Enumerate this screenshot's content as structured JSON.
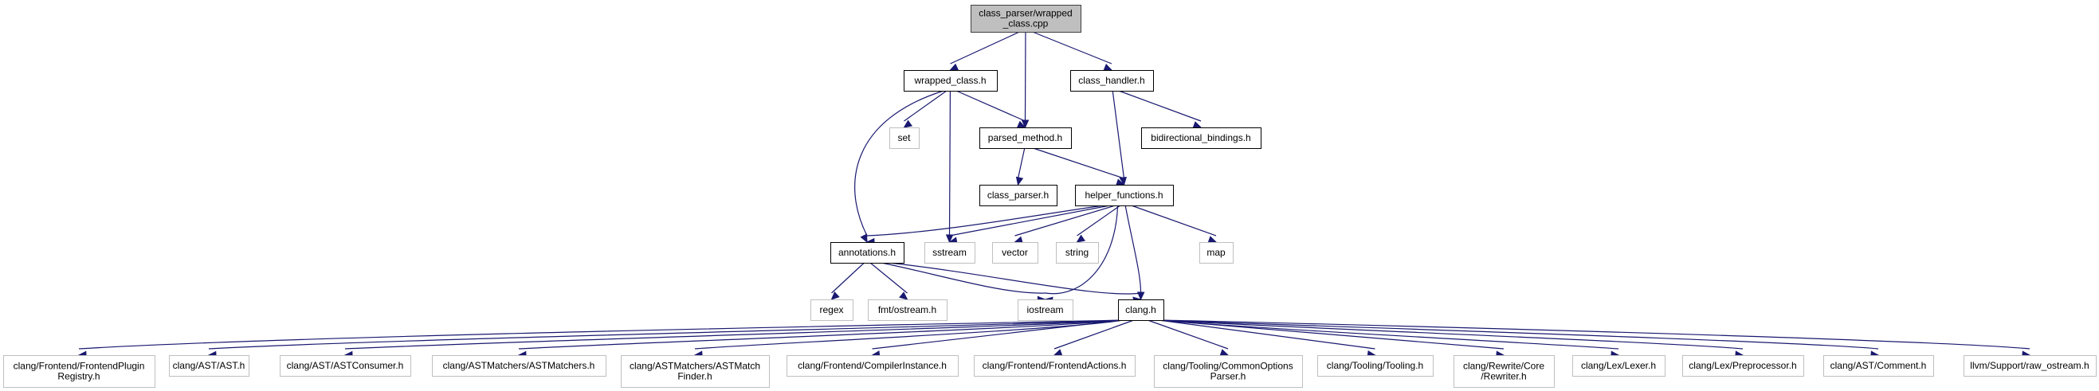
{
  "title": "",
  "colors": {
    "edge": "#191970",
    "root_fill": "#bfbfbf",
    "root_border": "#404040",
    "documented_border": "#000000",
    "external_border": "#bfbfbf",
    "node_fill": "#ffffff"
  },
  "nodes": [
    {
      "id": "root",
      "kind": "root",
      "lines": [
        "class_parser/wrapped",
        "_class.cpp"
      ]
    },
    {
      "id": "wrapped_class",
      "kind": "documented",
      "lines": [
        "wrapped_class.h"
      ]
    },
    {
      "id": "class_handler",
      "kind": "documented",
      "lines": [
        "class_handler.h"
      ]
    },
    {
      "id": "set",
      "kind": "external",
      "lines": [
        "set"
      ]
    },
    {
      "id": "parsed_method",
      "kind": "documented",
      "lines": [
        "parsed_method.h"
      ]
    },
    {
      "id": "bidirectional_bindings",
      "kind": "documented",
      "lines": [
        "bidirectional_bindings.h"
      ]
    },
    {
      "id": "class_parser",
      "kind": "documented",
      "lines": [
        "class_parser.h"
      ]
    },
    {
      "id": "helper_functions",
      "kind": "documented",
      "lines": [
        "helper_functions.h"
      ]
    },
    {
      "id": "annotations",
      "kind": "documented",
      "lines": [
        "annotations.h"
      ]
    },
    {
      "id": "sstream",
      "kind": "external",
      "lines": [
        "sstream"
      ]
    },
    {
      "id": "vector",
      "kind": "external",
      "lines": [
        "vector"
      ]
    },
    {
      "id": "string",
      "kind": "external",
      "lines": [
        "string"
      ]
    },
    {
      "id": "map",
      "kind": "external",
      "lines": [
        "map"
      ]
    },
    {
      "id": "regex",
      "kind": "external",
      "lines": [
        "regex"
      ]
    },
    {
      "id": "fmt_ostream",
      "kind": "external",
      "lines": [
        "fmt/ostream.h"
      ]
    },
    {
      "id": "iostream",
      "kind": "external",
      "lines": [
        "iostream"
      ]
    },
    {
      "id": "clang",
      "kind": "documented",
      "lines": [
        "clang.h"
      ]
    },
    {
      "id": "frontend_plugin_registry",
      "kind": "external",
      "lines": [
        "clang/Frontend/FrontendPlugin",
        "Registry.h"
      ]
    },
    {
      "id": "ast_ast",
      "kind": "external",
      "lines": [
        "clang/AST/AST.h"
      ]
    },
    {
      "id": "ast_consumer",
      "kind": "external",
      "lines": [
        "clang/AST/ASTConsumer.h"
      ]
    },
    {
      "id": "ast_matchers",
      "kind": "external",
      "lines": [
        "clang/ASTMatchers/ASTMatchers.h"
      ]
    },
    {
      "id": "ast_match_finder",
      "kind": "external",
      "lines": [
        "clang/ASTMatchers/ASTMatch",
        "Finder.h"
      ]
    },
    {
      "id": "compiler_instance",
      "kind": "external",
      "lines": [
        "clang/Frontend/CompilerInstance.h"
      ]
    },
    {
      "id": "frontend_actions",
      "kind": "external",
      "lines": [
        "clang/Frontend/FrontendActions.h"
      ]
    },
    {
      "id": "common_options_parser",
      "kind": "external",
      "lines": [
        "clang/Tooling/CommonOptions",
        "Parser.h"
      ]
    },
    {
      "id": "tooling",
      "kind": "external",
      "lines": [
        "clang/Tooling/Tooling.h"
      ]
    },
    {
      "id": "rewriter",
      "kind": "external",
      "lines": [
        "clang/Rewrite/Core",
        "/Rewriter.h"
      ]
    },
    {
      "id": "lexer",
      "kind": "external",
      "lines": [
        "clang/Lex/Lexer.h"
      ]
    },
    {
      "id": "preprocessor",
      "kind": "external",
      "lines": [
        "clang/Lex/Preprocessor.h"
      ]
    },
    {
      "id": "comment",
      "kind": "external",
      "lines": [
        "clang/AST/Comment.h"
      ]
    },
    {
      "id": "raw_ostream",
      "kind": "external",
      "lines": [
        "llvm/Support/raw_ostream.h"
      ]
    }
  ],
  "edges": [
    [
      "root",
      "wrapped_class"
    ],
    [
      "root",
      "parsed_method"
    ],
    [
      "root",
      "class_handler"
    ],
    [
      "wrapped_class",
      "set"
    ],
    [
      "wrapped_class",
      "parsed_method"
    ],
    [
      "wrapped_class",
      "annotations"
    ],
    [
      "wrapped_class",
      "sstream"
    ],
    [
      "class_handler",
      "helper_functions"
    ],
    [
      "class_handler",
      "bidirectional_bindings"
    ],
    [
      "parsed_method",
      "class_parser"
    ],
    [
      "parsed_method",
      "helper_functions"
    ],
    [
      "helper_functions",
      "annotations"
    ],
    [
      "helper_functions",
      "sstream"
    ],
    [
      "helper_functions",
      "vector"
    ],
    [
      "helper_functions",
      "string"
    ],
    [
      "helper_functions",
      "map"
    ],
    [
      "helper_functions",
      "iostream"
    ],
    [
      "helper_functions",
      "clang"
    ],
    [
      "annotations",
      "regex"
    ],
    [
      "annotations",
      "fmt_ostream"
    ],
    [
      "annotations",
      "iostream"
    ],
    [
      "annotations",
      "clang"
    ],
    [
      "clang",
      "frontend_plugin_registry"
    ],
    [
      "clang",
      "ast_ast"
    ],
    [
      "clang",
      "ast_consumer"
    ],
    [
      "clang",
      "ast_matchers"
    ],
    [
      "clang",
      "ast_match_finder"
    ],
    [
      "clang",
      "compiler_instance"
    ],
    [
      "clang",
      "frontend_actions"
    ],
    [
      "clang",
      "common_options_parser"
    ],
    [
      "clang",
      "tooling"
    ],
    [
      "clang",
      "rewriter"
    ],
    [
      "clang",
      "lexer"
    ],
    [
      "clang",
      "preprocessor"
    ],
    [
      "clang",
      "comment"
    ],
    [
      "clang",
      "raw_ostream"
    ]
  ]
}
